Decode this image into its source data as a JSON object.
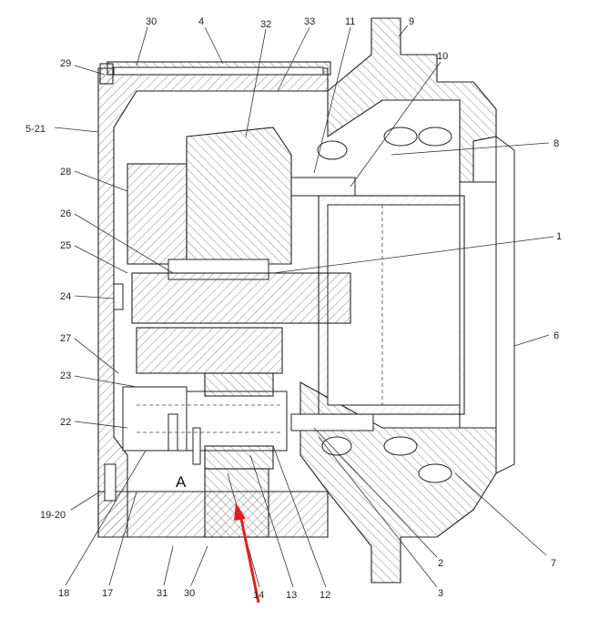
{
  "diagram": {
    "section_label": "A",
    "arrow_color": "#e02020",
    "callouts": {
      "c30top": "30",
      "c4": "4",
      "c32": "32",
      "c33": "33",
      "c11": "11",
      "c9": "9",
      "c29": "29",
      "c10": "10",
      "c5_21": "5-21",
      "c8": "8",
      "c28": "28",
      "c26": "26",
      "c1": "1",
      "c25": "25",
      "c24": "24",
      "c6": "6",
      "c27": "27",
      "c23": "23",
      "c22": "22",
      "c19_20": "19-20",
      "c7": "7",
      "c18": "18",
      "c17": "17",
      "c31": "31",
      "c30bottom": "30",
      "c14": "14",
      "c13": "13",
      "c12": "12",
      "c2": "2",
      "c3": "3"
    }
  }
}
